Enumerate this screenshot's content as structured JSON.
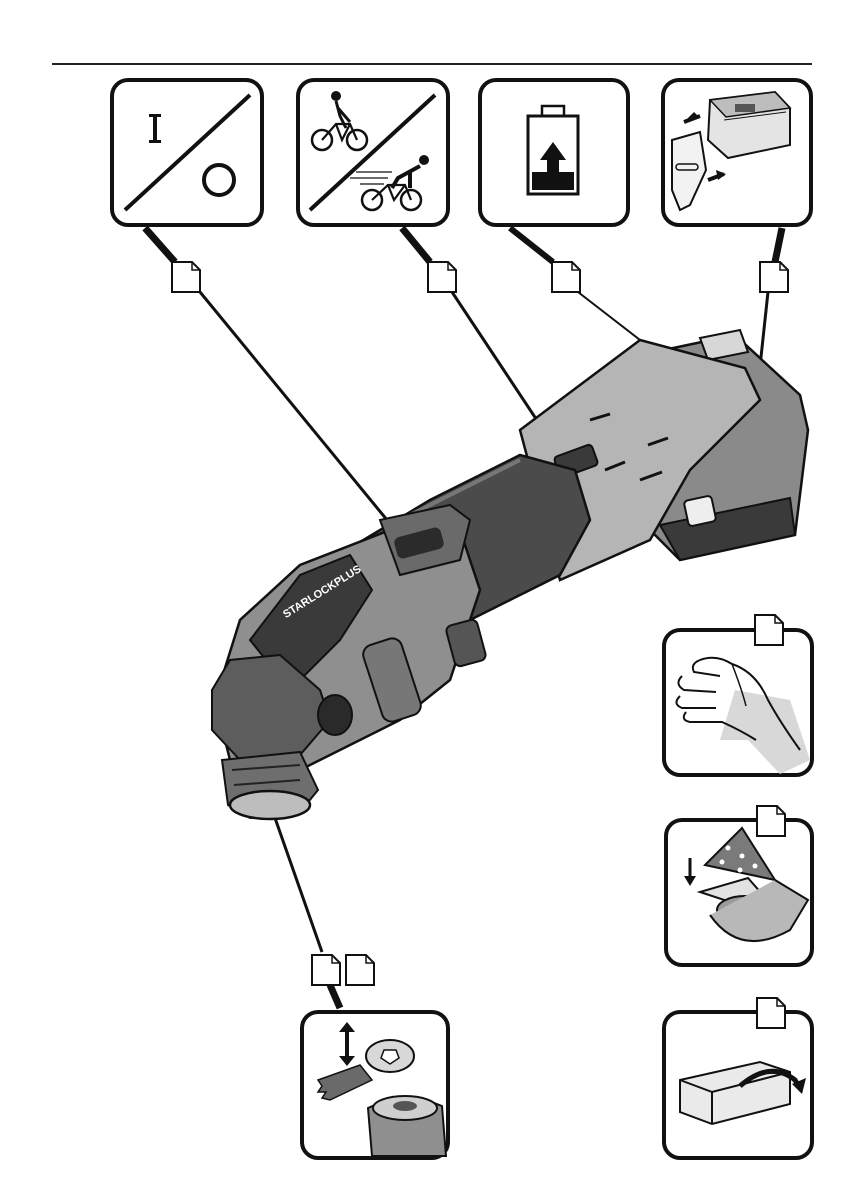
{
  "page": {
    "tool_logo_text": "STARLOCKPLUS",
    "callout_page_icons": [
      "document-page-icon",
      "document-page-icon",
      "document-page-icon",
      "document-page-icon",
      "document-page-icon",
      "document-page-icon",
      "document-page-icon",
      "document-page-icon",
      "document-page-icon"
    ],
    "panels": [
      {
        "name": "on-off-switch-panel",
        "icon": "on-off-icon"
      },
      {
        "name": "speed-selector-panel",
        "icon": "bicycle-speed-icon"
      },
      {
        "name": "battery-charge-panel",
        "icon": "battery-charge-icon"
      },
      {
        "name": "battery-insert-panel",
        "icon": "battery-insert-icon"
      },
      {
        "name": "hand-grip-panel",
        "icon": "hand-icon"
      },
      {
        "name": "sanding-pad-panel",
        "icon": "sanding-pad-icon"
      },
      {
        "name": "blade-change-panel",
        "icon": "blade-change-icon"
      },
      {
        "name": "sanding-block-panel",
        "icon": "sanding-block-icon"
      }
    ]
  }
}
